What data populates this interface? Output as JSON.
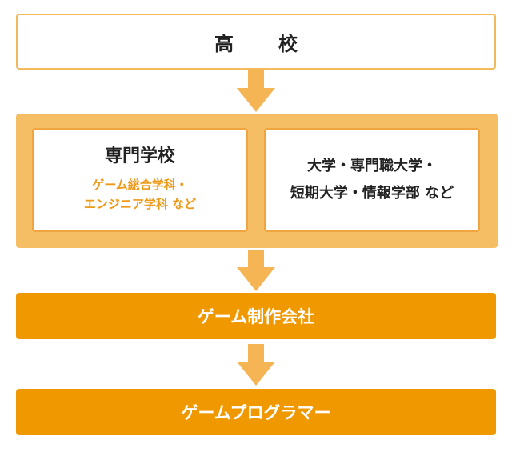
{
  "steps": {
    "high_school": "高　校",
    "vocational": {
      "title": "専門学校",
      "sub_line1": "ゲーム総合学科・",
      "sub_line2": "エンジニア学科 など"
    },
    "university": {
      "line1": "大学・専門職大学・",
      "line2": "短期大学・情報学部 など"
    },
    "game_company": "ゲーム制作会社",
    "programmer": "ゲームプログラマー"
  },
  "colors": {
    "accent": "#ef9800",
    "light_accent": "#f5be64",
    "sub_text": "#ed9a1a",
    "border": "#f4b95a"
  }
}
